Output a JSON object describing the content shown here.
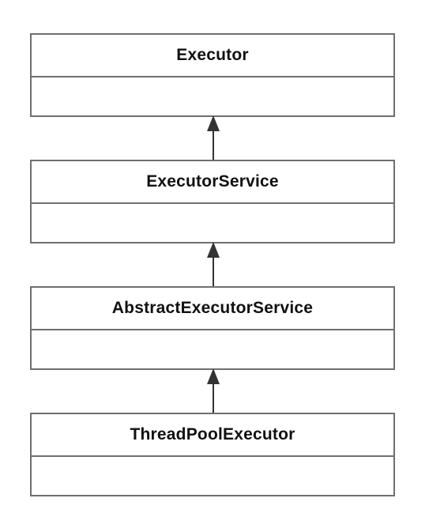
{
  "diagram": {
    "classes": [
      {
        "name": "Executor"
      },
      {
        "name": "ExecutorService"
      },
      {
        "name": "AbstractExecutorService"
      },
      {
        "name": "ThreadPoolExecutor"
      }
    ],
    "relations": [
      {
        "from": "ExecutorService",
        "to": "Executor",
        "type": "inheritance"
      },
      {
        "from": "AbstractExecutorService",
        "to": "ExecutorService",
        "type": "inheritance"
      },
      {
        "from": "ThreadPoolExecutor",
        "to": "AbstractExecutorService",
        "type": "inheritance"
      }
    ],
    "colors": {
      "border": "#6f6f6f",
      "text": "#111111",
      "arrow": "#333333",
      "background": "#ffffff"
    }
  }
}
